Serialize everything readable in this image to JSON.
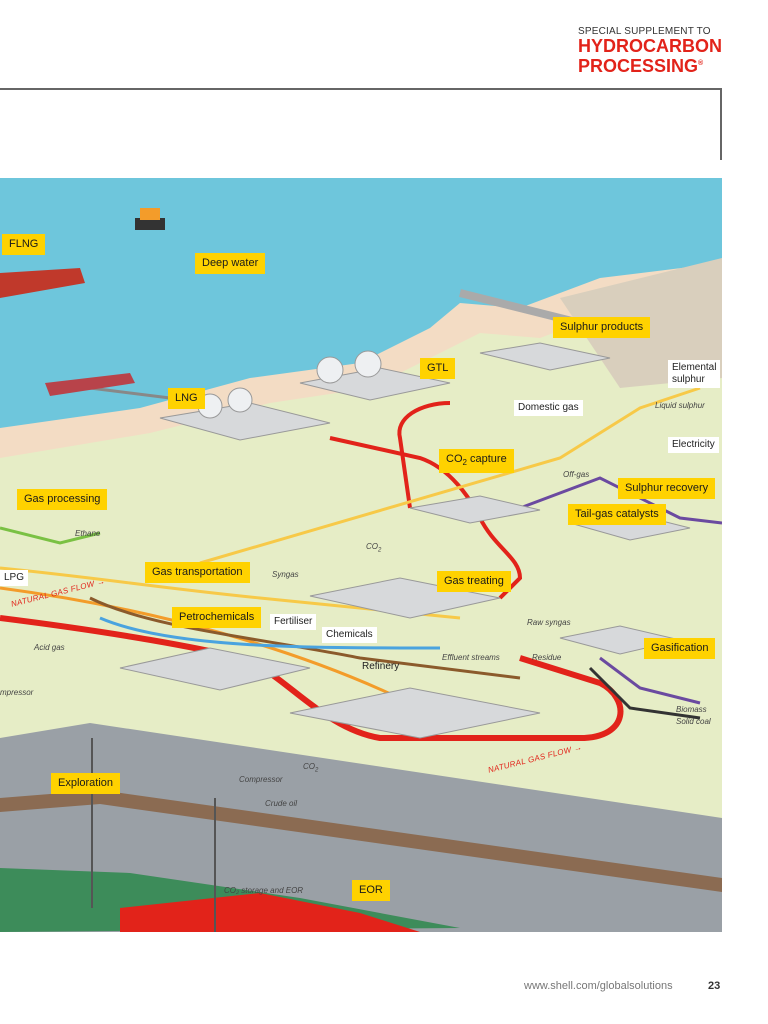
{
  "header": {
    "supplement": "SPECIAL SUPPLEMENT TO",
    "title_line1": "HYDROCARBON",
    "title_line2": "PROCESSING",
    "registered": "®"
  },
  "tags": {
    "flng": "FLNG",
    "deep_water": "Deep water",
    "lng": "LNG",
    "gtl": "GTL",
    "sulphur_products": "Sulphur products",
    "co2_capture": "CO",
    "co2_sub": "2",
    "co2_capture_rest": " capture",
    "sulphur_recovery": "Sulphur recovery",
    "tail_gas": "Tail-gas catalysts",
    "gas_processing": "Gas processing",
    "gas_transportation": "Gas transportation",
    "gas_treating": "Gas treating",
    "petrochemicals": "Petrochemicals",
    "gasification": "Gasification",
    "exploration": "Exploration",
    "eor": "EOR"
  },
  "white_labels": {
    "elemental_sulphur_1": "Elemental",
    "elemental_sulphur_2": "sulphur",
    "domestic_gas": "Domestic gas",
    "electricity": "Electricity",
    "fertiliser": "Fertiliser",
    "chemicals": "Chemicals",
    "lpg": "LPG"
  },
  "italic_labels": {
    "liquid_sulphur": "Liquid sulphur",
    "off_gas": "Off-gas",
    "ethane": "Ethane",
    "co2_a": "CO",
    "co2_a_sub": "2",
    "syngas": "Syngas",
    "raw_syngas": "Raw syngas",
    "acid_gas": "Acid gas",
    "effluent": "Effluent streams",
    "residue": "Residue",
    "compressor_left": "mpressor",
    "biomass": "Biomass",
    "solid_coal": "Solid coal",
    "co2_b": "CO",
    "co2_b_sub": "2",
    "compressor": "Compressor",
    "crude_oil": "Crude oil",
    "co2_storage": "CO₂ storage and EOR"
  },
  "plain_labels": {
    "refinery": "Refinery"
  },
  "flow_labels": {
    "ngf_left": "NATURAL GAS FLOW →",
    "ngf_right": "NATURAL GAS FLOW →"
  },
  "footer": {
    "url": "www.shell.com/globalsolutions",
    "page": "23"
  },
  "colors": {
    "sea": "#6ec6dc",
    "beach": "#f3dcc4",
    "land": "#e6edc6",
    "ground": "#9aa0a6",
    "tag": "#ffd200",
    "gas_flow": "#e2231a",
    "syngas_line": "#f7c948",
    "co2_line": "#f39c2a",
    "brown_line": "#8b5a2b",
    "blue_line": "#4aa3df",
    "purple_line": "#6b4aa0",
    "green_line": "#7ac143"
  }
}
